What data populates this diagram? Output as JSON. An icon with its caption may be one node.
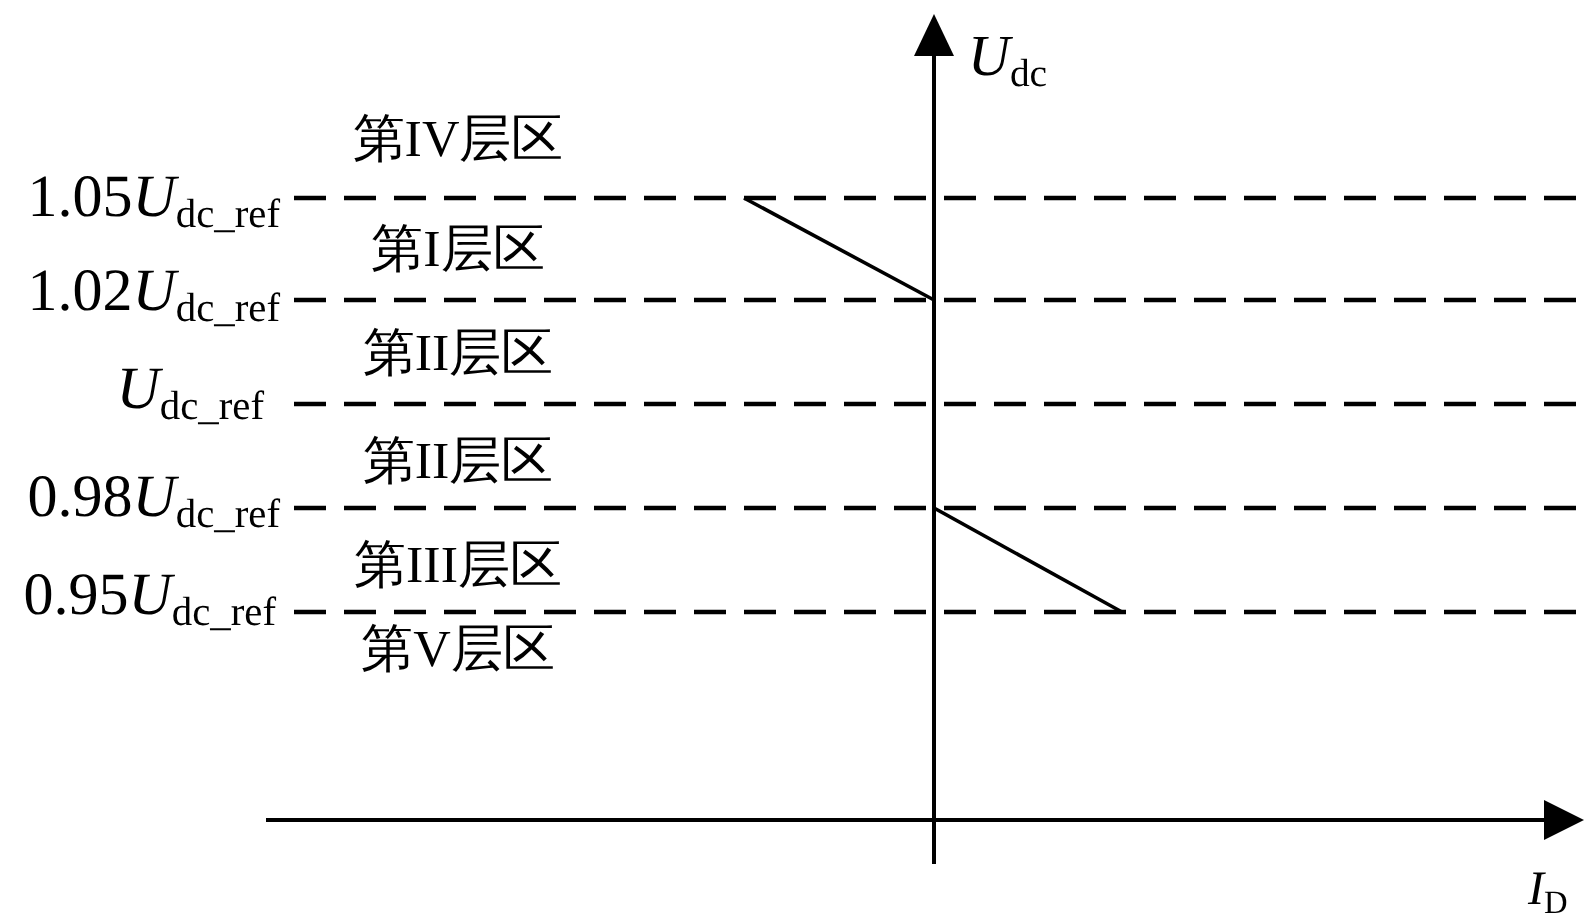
{
  "diagram": {
    "labels": [
      "U$_{dc}$",
      "第IV层区",
      "1.05U$_{dc_ref}$",
      "第I层区",
      "1.02U$_{dc_ref}$",
      "第II层区",
      "U$_{dc_ref}$",
      "第II层区",
      "0.98U$_{dc_ref}$",
      "第III层区",
      "0.95U$_{dc_ref}$",
      "第V层区",
      "I$_{D}$"
    ]
  }
}
